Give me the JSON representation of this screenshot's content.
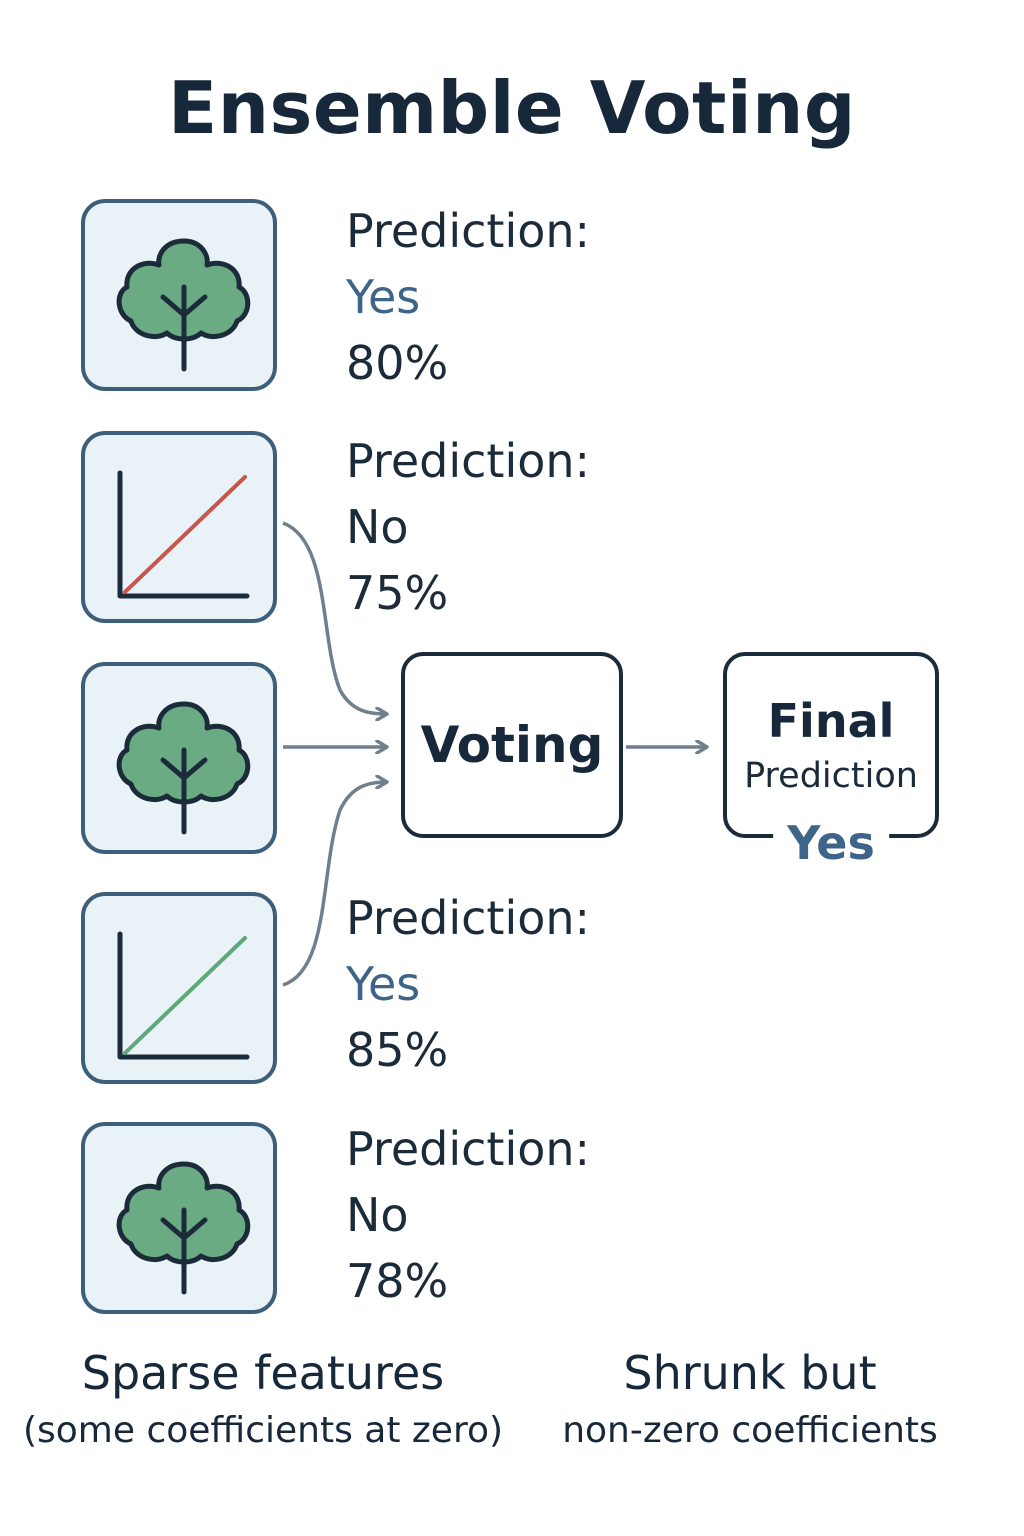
{
  "title": "Ensemble Voting",
  "models": [
    {
      "icon": "tree-icon",
      "label": "Prediction:",
      "value": "Yes",
      "confidence": "80%"
    },
    {
      "icon": "line-chart-icon",
      "label": "Prediction:",
      "value": "No",
      "confidence": "75%",
      "line_color": "#c8554e"
    },
    {
      "icon": "tree-icon"
    },
    {
      "icon": "line-chart-icon",
      "label": "Prediction:",
      "value": "Yes",
      "confidence": "85%",
      "line_color": "#5fa879"
    },
    {
      "icon": "tree-icon",
      "label": "Prediction:",
      "value": "No",
      "confidence": "78%"
    }
  ],
  "voting": {
    "label": "Voting"
  },
  "final": {
    "title": "Final",
    "subtitle": "Prediction",
    "value": "Yes"
  },
  "captions": {
    "left": {
      "main": "Sparse features",
      "sub": "(some coefficients at zero)"
    },
    "right": {
      "main": "Shrunk but",
      "sub": "non-zero coefficients"
    }
  },
  "colors": {
    "box_border": "#3e5f7c",
    "box_fill": "#e8f2f7",
    "tree_fill": "#6aab83",
    "yes_text": "#3e6489",
    "arrow": "#6f7f8e"
  }
}
